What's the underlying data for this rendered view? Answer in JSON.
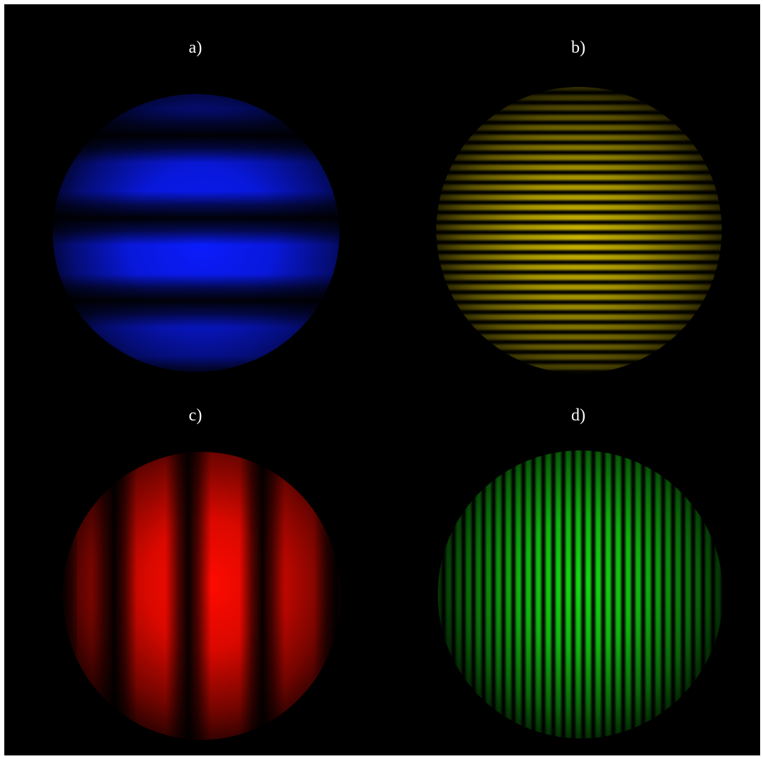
{
  "panels": [
    {
      "label": "a)",
      "color": "#0a1cff",
      "color_name": "blue",
      "fringe_orientation": "horizontal",
      "fringe_density": "coarse"
    },
    {
      "label": "b)",
      "color": "#c8b400",
      "color_name": "yellow",
      "fringe_orientation": "horizontal",
      "fringe_density": "fine"
    },
    {
      "label": "c)",
      "color": "#ff0a00",
      "color_name": "red",
      "fringe_orientation": "vertical",
      "fringe_density": "coarse"
    },
    {
      "label": "d)",
      "color": "#14dc14",
      "color_name": "green",
      "fringe_orientation": "vertical",
      "fringe_density": "fine"
    }
  ],
  "background_color": "#000000",
  "frame_color": "#ffffff"
}
